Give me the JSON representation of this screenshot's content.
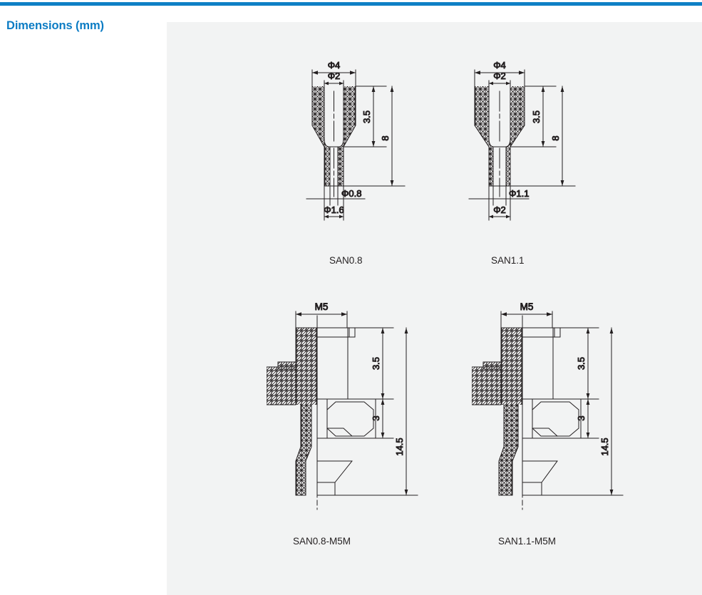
{
  "page": {
    "section_title": "Dimensions (mm)",
    "accent_color": "#0f80c5",
    "title_color": "#0c7cc4",
    "panel_bg": "#f2f3f3",
    "line_color": "#231f20"
  },
  "drawings": [
    {
      "id": "san08",
      "caption": "SAN0.8",
      "dims": {
        "outer_dia": "Φ4",
        "bore_dia": "Φ2",
        "bore_depth": "3.5",
        "total_length": "8",
        "tip_bore": "Φ0.8",
        "tip_outer": "Φ1.6"
      }
    },
    {
      "id": "san11",
      "caption": "SAN1.1",
      "dims": {
        "outer_dia": "Φ4",
        "bore_dia": "Φ2",
        "bore_depth": "3.5",
        "total_length": "8",
        "tip_bore": "Φ1.1",
        "tip_outer": "Φ2"
      }
    },
    {
      "id": "san08m5m",
      "caption": "SAN0.8-M5M",
      "dims": {
        "thread": "M5",
        "upper_length": "3.5",
        "hex_height": "3",
        "total_length": "14.5"
      }
    },
    {
      "id": "san11m5m",
      "caption": "SAN1.1-M5M",
      "dims": {
        "thread": "M5",
        "upper_length": "3.5",
        "hex_height": "3",
        "total_length": "14.5"
      }
    }
  ]
}
